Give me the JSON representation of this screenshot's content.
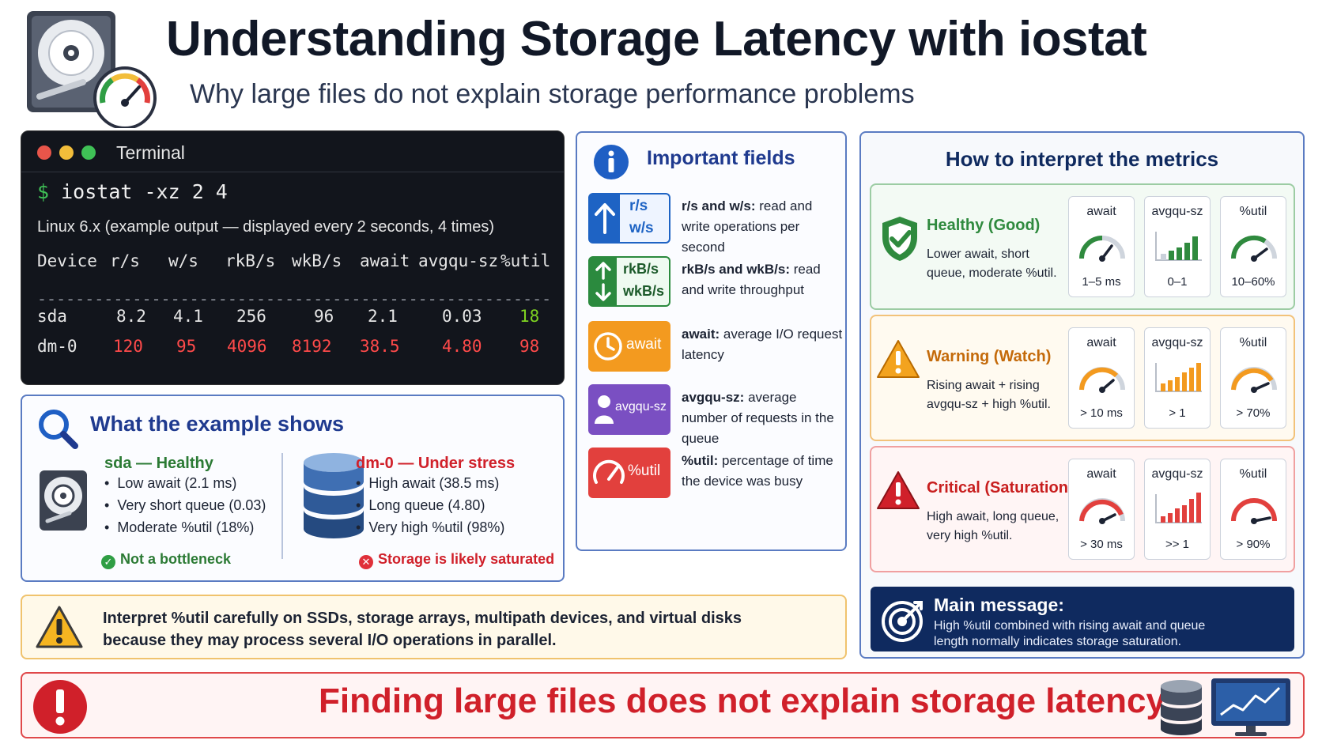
{
  "header": {
    "title": "Understanding Storage Latency with iostat",
    "subtitle": "Why large files do not explain storage performance problems"
  },
  "terminal": {
    "title": "Terminal",
    "prompt": "$",
    "command": "iostat -xz 2 4",
    "info": "Linux 6.x   (example output — displayed every 2 seconds, 4 times)",
    "columns": [
      "Device",
      "r/s",
      "w/s",
      "rkB/s",
      "wkB/s",
      "await",
      "avgqu-sz",
      "%util"
    ],
    "separator": "----------------------------------------------------------------",
    "rows": [
      {
        "device": "sda",
        "values": [
          "8.2",
          "4.1",
          "256",
          "96",
          "2.1",
          "0.03",
          "18"
        ]
      },
      {
        "device": "dm-0",
        "values": [
          "120",
          "95",
          "4096",
          "8192",
          "38.5",
          "4.80",
          "98"
        ]
      }
    ],
    "colors": {
      "dot_red": "#e8554a",
      "dot_yellow": "#f2bd3a",
      "dot_green": "#3fc156",
      "critical": "#ff4a4a",
      "good": "#7ed321"
    }
  },
  "example": {
    "title": "What the example shows",
    "healthy": {
      "heading": "sda — Healthy",
      "items": [
        "Low await (2.1 ms)",
        "Very short queue (0.03)",
        "Moderate %util (18%)"
      ],
      "verdict": "Not a bottleneck"
    },
    "stressed": {
      "heading": "dm-0 — Under stress",
      "items": [
        "High await (38.5 ms)",
        "Long queue (4.80)",
        "Very high %util (98%)"
      ],
      "verdict": "Storage is likely saturated"
    }
  },
  "fields": {
    "title": "Important fields",
    "items": [
      {
        "badge1": "r/s",
        "badge2": "w/s",
        "term": "r/s and w/s:",
        "desc": " read and write operations per second",
        "color": "#1e63c4"
      },
      {
        "badge1": "rkB/s",
        "badge2": "wkB/s",
        "term": "rkB/s and wkB/s:",
        "desc": " read and write throughput",
        "color": "#2b8a3e"
      },
      {
        "badge1": "await",
        "badge2": "",
        "term": "await:",
        "desc": " average I/O request latency",
        "color": "#f39a1f"
      },
      {
        "badge1": "avgqu-sz",
        "badge2": "",
        "term": "avgqu-sz:",
        "desc": " average number of requests in the queue",
        "color": "#7a4fc2"
      },
      {
        "badge1": "%util",
        "badge2": "",
        "term": "%util:",
        "desc": " percentage of time the device was busy",
        "color": "#e2403d"
      }
    ]
  },
  "interpret": {
    "title": "How to interpret the metrics",
    "metric_labels": [
      "await",
      "avgqu-sz",
      "%util"
    ],
    "levels": [
      {
        "name": "Healthy (Good)",
        "desc": "Lower await, short queue, moderate %util.",
        "values": [
          "1–5 ms",
          "0–1",
          "10–60%"
        ],
        "color": "#2f8a3e",
        "bg": "#f3faf4",
        "border": "#9ccca3"
      },
      {
        "name": "Warning (Watch)",
        "desc": "Rising await + rising avgqu-sz + high %util.",
        "values": [
          "> 10 ms",
          "> 1",
          "> 70%"
        ],
        "color": "#c46a0a",
        "bg": "#fffaf0",
        "border": "#f2c27a"
      },
      {
        "name": "Critical (Saturation)",
        "desc": "High await, long queue, very high %util.",
        "values": [
          "> 30 ms",
          ">> 1",
          "> 90%"
        ],
        "color": "#c81e1e",
        "bg": "#fff5f5",
        "border": "#f0a0a0"
      }
    ],
    "main_message": {
      "title": "Main message:",
      "text": "High %util combined with rising await and queue length normally indicates storage saturation."
    }
  },
  "warning_bar": {
    "line1": "Interpret %util carefully on SSDs, storage arrays, multipath devices, and virtual disks",
    "line2": "because they may process several I/O operations in parallel."
  },
  "fatal_bar": {
    "text": "Finding large files does not explain storage latency."
  }
}
